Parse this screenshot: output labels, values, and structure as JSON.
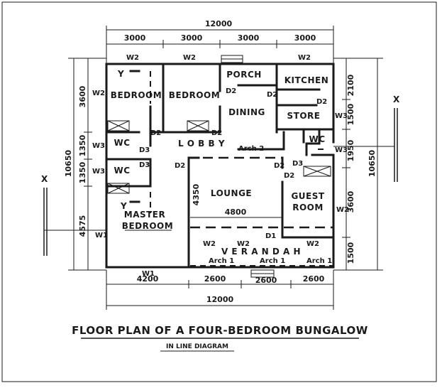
{
  "title": "FLOOR PLAN OF A FOUR-BEDROOM BUNGALOW",
  "subtitle": "IN LINE DIAGRAM",
  "dimensions": {
    "overall_top": "12000",
    "top_segments": [
      "3000",
      "3000",
      "3000",
      "3000"
    ],
    "overall_bottom": "12000",
    "bottom_segments": [
      "4200",
      "2600",
      "2600",
      "2600"
    ],
    "left_overall": "10650",
    "left_segments": [
      "3600",
      "1350",
      "1350",
      "4575"
    ],
    "right_overall": "10650",
    "right_segments": [
      "2100",
      "1500",
      "1950",
      "3600",
      "1500"
    ],
    "lounge_height": "4350",
    "lounge_width": "4800"
  },
  "rooms": {
    "bedroom_1": "BEDROOM",
    "bedroom_2": "BEDROOM",
    "porch": "PORCH",
    "kitchen": "KITCHEN",
    "dining": "DINING",
    "store": "STORE",
    "wc_1": "WC",
    "wc_2": "WC",
    "wc_3": "WC",
    "lobby": "L O B B Y",
    "lounge": "LOUNGE",
    "guest_line1": "GUEST",
    "guest_line2": "ROOM",
    "master_line1": "MASTER",
    "master_line2": "BEDROOM",
    "verandah": "V E R A N D A H"
  },
  "openings": {
    "d1": "D1",
    "d2": "D2",
    "d3": "D3",
    "w1": "W1",
    "w2": "W2",
    "w3": "W3",
    "arch1": "Arch 1",
    "arch2": "Arch 2",
    "y": "Y"
  },
  "section_marker": "X"
}
